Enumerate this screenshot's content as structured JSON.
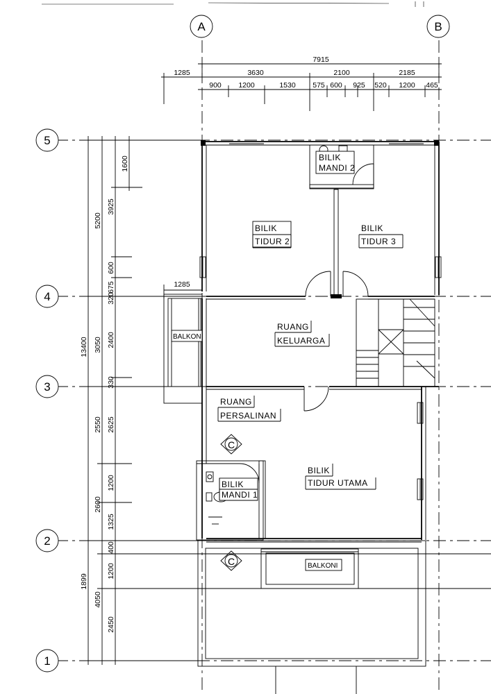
{
  "grid_columns": [
    "A",
    "B"
  ],
  "grid_rows": [
    "5",
    "4",
    "3",
    "2",
    "1"
  ],
  "top_dimensions": {
    "overall": "7915",
    "tier1": [
      "1285",
      "3630",
      "2100",
      "2185"
    ],
    "tier2": [
      "900",
      "1200",
      "1530",
      "575",
      "600",
      "925",
      "520",
      "1200",
      "465"
    ]
  },
  "left_dimensions": {
    "overall": "13400",
    "tier1": [
      "5200",
      "3050",
      "2550",
      "2600",
      "1899"
    ],
    "tier2": [
      "3925",
      "320",
      "2400",
      "330",
      "2625",
      "1200",
      "1325",
      "400",
      "1200",
      "4050",
      "2450"
    ],
    "tier3": [
      "1600",
      "675",
      "600"
    ],
    "balcony_width": "1285"
  },
  "rooms": {
    "bilik_mandi_2": [
      "BILIK",
      "MANDI 2"
    ],
    "bilik_tidur_2": [
      "BILIK",
      "TIDUR 2"
    ],
    "bilik_tidur_3": [
      "BILIK",
      "TIDUR 3"
    ],
    "balkoni_left": "BALKONI",
    "ruang_keluarga": [
      "RUANG",
      "KELUARGA"
    ],
    "ruang_persalinan": [
      "RUANG",
      "PERSALINAN"
    ],
    "bilik_tidur_utama": [
      "BILIK",
      "TIDUR UTAMA"
    ],
    "bilik_mandi_1": [
      "BILIK",
      "MANDI 1"
    ],
    "balkoni_bottom": "BALKONI"
  },
  "section_markers": [
    "C",
    "C"
  ]
}
